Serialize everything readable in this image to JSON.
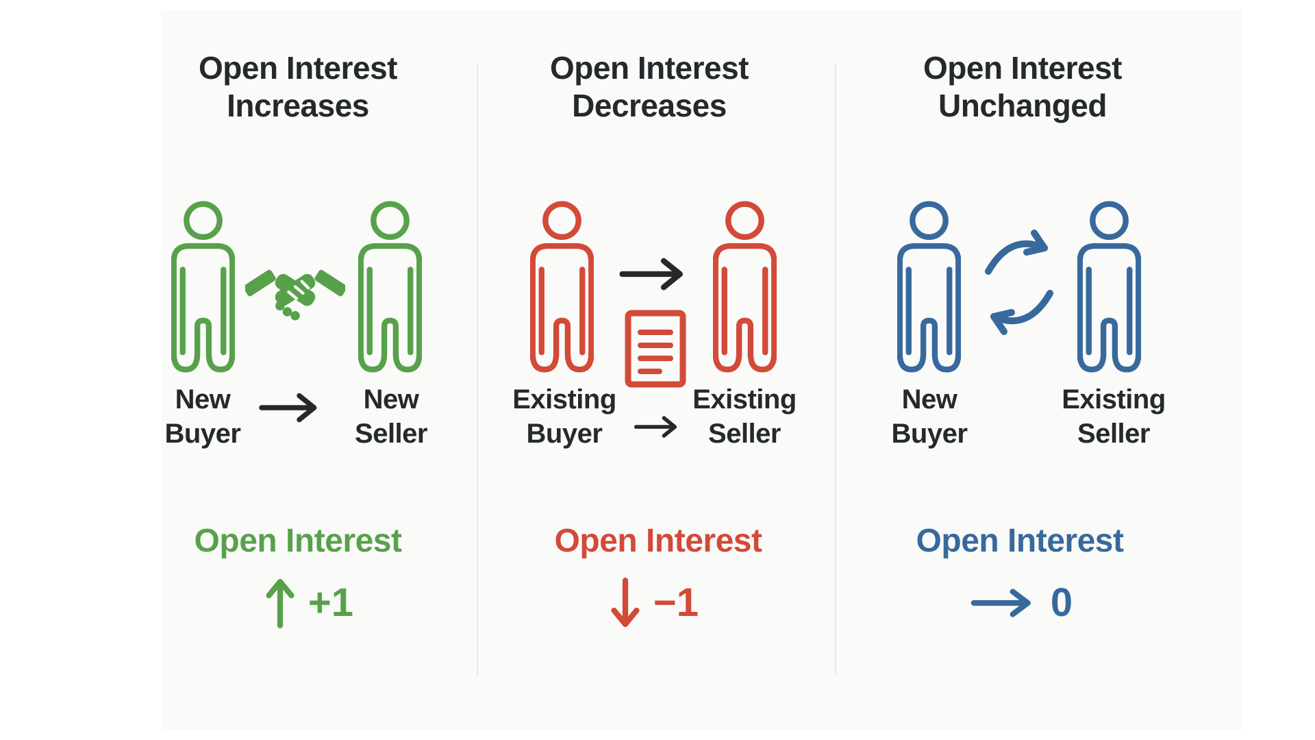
{
  "colors": {
    "green": "#58a14b",
    "red": "#d24a38",
    "blue": "#38699c",
    "dark": "#24292c",
    "divider": "#e9e9e9",
    "card_bg": "#fafaf9",
    "page_bg": "#ffffff",
    "arrow_dark": "#26292b"
  },
  "panels": [
    {
      "id": "increases",
      "title_lines": [
        "Open Interest",
        "Increases"
      ],
      "accent": "#58a14b",
      "left_person": {
        "role_lines": [
          "New",
          "Buyer"
        ]
      },
      "right_person": {
        "role_lines": [
          "New",
          "Seller"
        ]
      },
      "center_icon": "handshake-icon",
      "result": {
        "label": "Open Interest",
        "arrow": "up",
        "value": "+1"
      }
    },
    {
      "id": "decreases",
      "title_lines": [
        "Open Interest",
        "Decreases"
      ],
      "accent": "#d24a38",
      "left_person": {
        "role_lines": [
          "Existing",
          "Buyer"
        ]
      },
      "right_person": {
        "role_lines": [
          "Existing",
          "Seller"
        ]
      },
      "center_icon": "document-icon",
      "result": {
        "label": "Open Interest",
        "arrow": "down",
        "value": "−1"
      }
    },
    {
      "id": "unchanged",
      "title_lines": [
        "Open Interest",
        "Unchanged"
      ],
      "accent": "#38699c",
      "left_person": {
        "role_lines": [
          "New",
          "Buyer"
        ]
      },
      "right_person": {
        "role_lines": [
          "Existing",
          "Seller"
        ]
      },
      "center_icon": "cycle-arrows-icon",
      "result": {
        "label": "Open Interest",
        "arrow": "right",
        "value": "0"
      }
    }
  ]
}
